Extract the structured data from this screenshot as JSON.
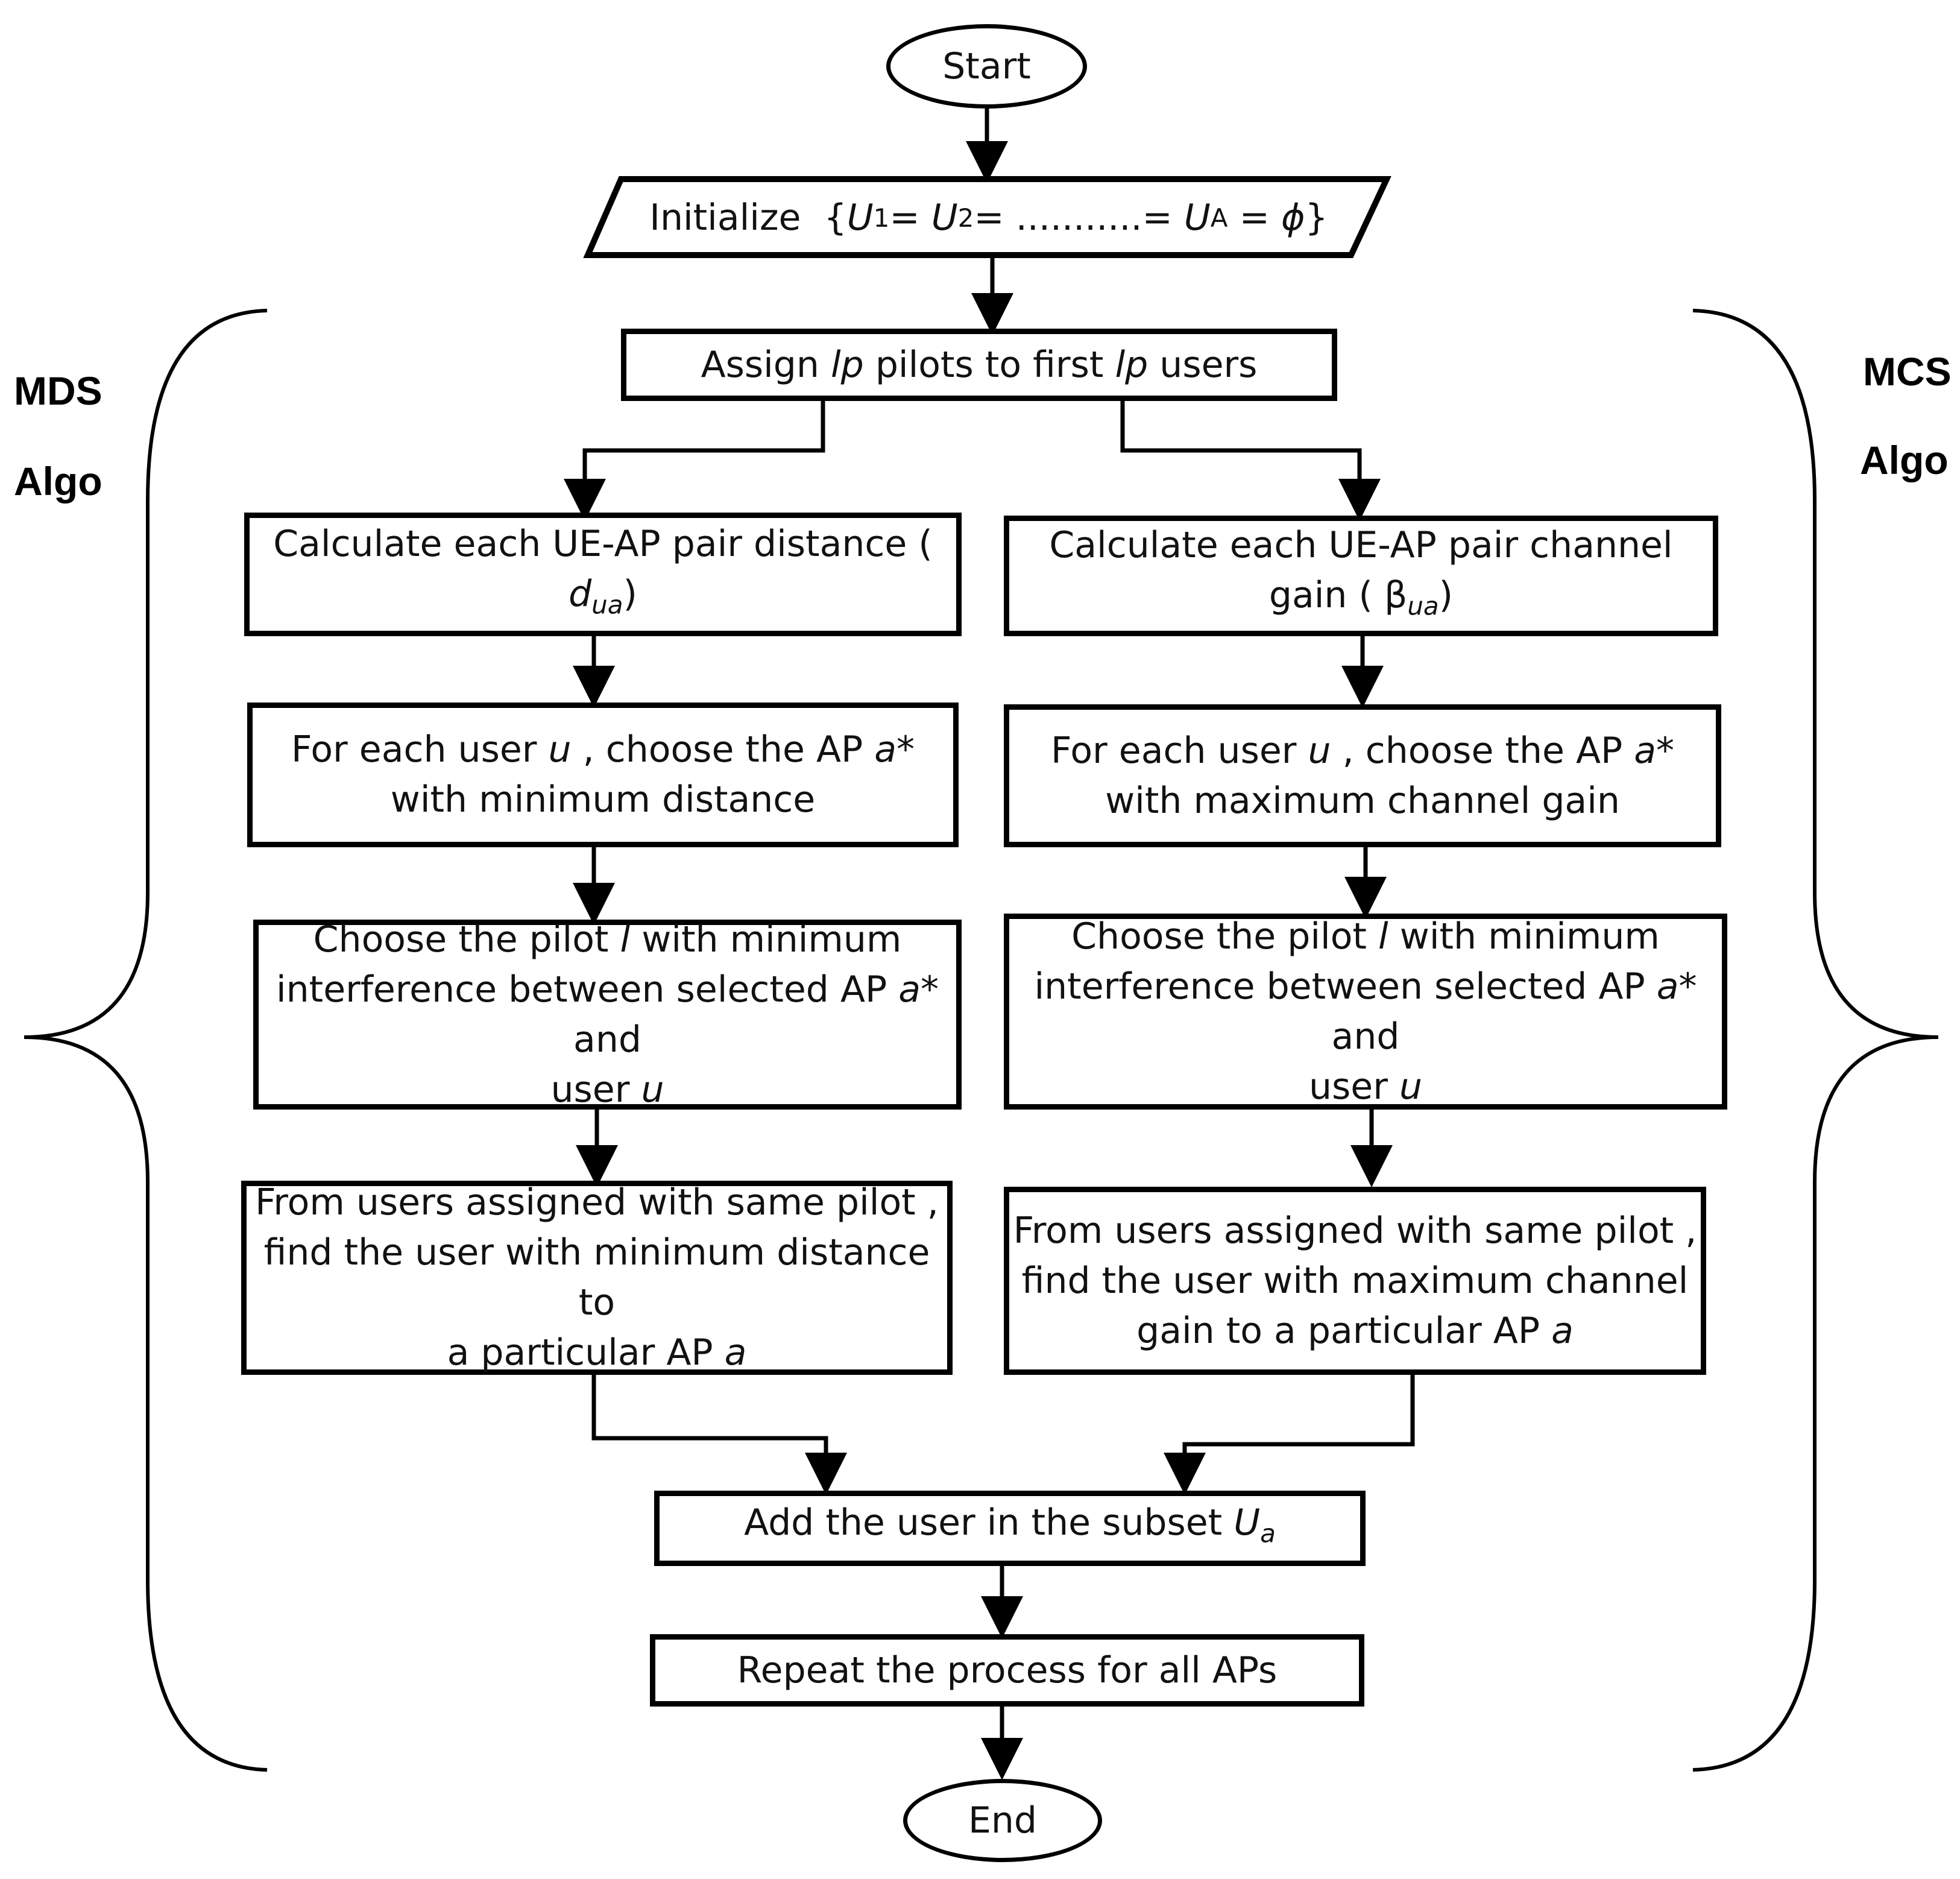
{
  "start": {
    "label": "Start"
  },
  "end": {
    "label": "End"
  },
  "init": {
    "prefix": "Initialize",
    "u1": "U",
    "u1_sub": "1",
    "u2": "U",
    "u2_sub": "2",
    "dots": "= ...........",
    "ua": "U",
    "ua_sub": "A",
    "phi": "ϕ"
  },
  "assign": {
    "part1": "Assign ",
    "var1": "lp",
    "part2": " pilots to first ",
    "var2": "lp",
    "part3": " users"
  },
  "left": {
    "side_title_1": "MDS",
    "side_title_2": "Algo",
    "calc": {
      "text": "Calculate each UE-AP pair  distance ( ",
      "var": "d",
      "sub": "ua",
      "close": ")"
    },
    "choose_ap": {
      "line1a": "For each user ",
      "u": "u",
      "line1b": " , choose the AP ",
      "a": "a*",
      "line2": "with minimum distance"
    },
    "choose_pilot": {
      "line1a": "Choose the pilot ",
      "l": "l",
      "line1b": " with minimum",
      "line2a": "interference between selected AP ",
      "a": "a*",
      "line2b": " and",
      "line3a": "user ",
      "u": "u"
    },
    "from_users": {
      "line1": "From users assigned with same pilot ,",
      "line2": "find the user with minimum distance to",
      "line3a": "a particular AP ",
      "a": "a"
    }
  },
  "right": {
    "side_title_1": "MCS",
    "side_title_2": "Algo",
    "calc": {
      "line1": "Calculate each UE-AP pair channel",
      "line2a": "gain ( β",
      "sub": "ua",
      "close": ")"
    },
    "choose_ap": {
      "line1a": "For each user ",
      "u": "u",
      "line1b": " , choose the AP ",
      "a": "a*",
      "line2": "with maximum channel gain"
    },
    "choose_pilot": {
      "line1a": "Choose the pilot ",
      "l": "l",
      "line1b": " with minimum",
      "line2a": "interference between selected AP ",
      "a": "a*",
      "line2b": " and",
      "line3a": "user ",
      "u": "u"
    },
    "from_users": {
      "line1": "From users assigned with same pilot ,",
      "line2": "find the user with maximum channel",
      "line3a": "gain to a particular AP ",
      "a": "a"
    }
  },
  "add_user": {
    "text": "Add the user in the subset ",
    "var": "U",
    "sub": "a"
  },
  "repeat": {
    "label": "Repeat the process for all APs"
  }
}
